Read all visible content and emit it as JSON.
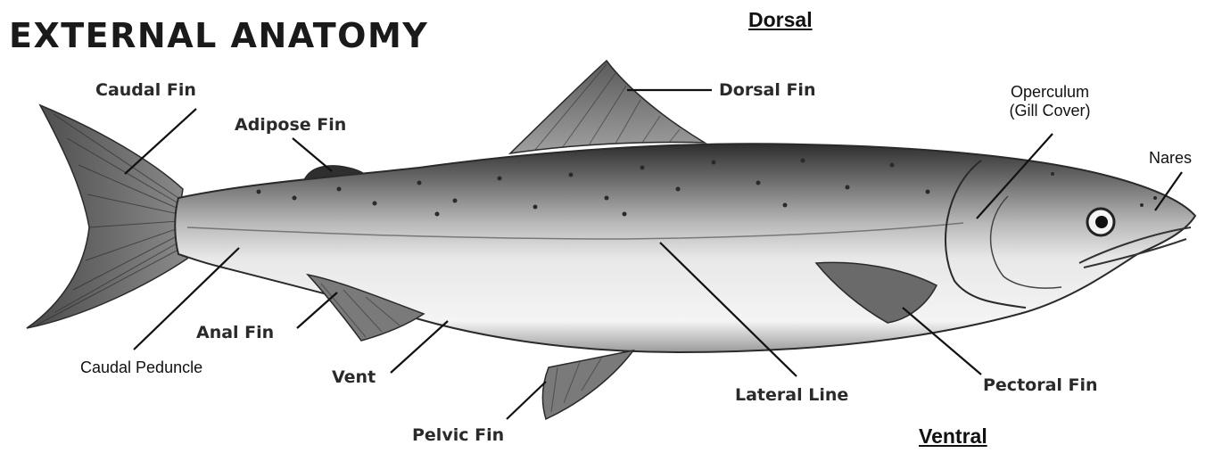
{
  "title": "EXTERNAL ANATOMY",
  "orientation": {
    "dorsal": "Dorsal",
    "ventral": "Ventral"
  },
  "labels": {
    "caudal_fin": "Caudal Fin",
    "adipose_fin": "Adipose Fin",
    "dorsal_fin": "Dorsal Fin",
    "operculum_line1": "Operculum",
    "operculum_line2": "(Gill Cover)",
    "nares": "Nares",
    "caudal_peduncle": "Caudal Peduncle",
    "anal_fin": "Anal Fin",
    "vent": "Vent",
    "pelvic_fin": "Pelvic Fin",
    "lateral_line": "Lateral Line",
    "pectoral_fin": "Pectoral Fin"
  },
  "colors": {
    "background": "#ffffff",
    "label_text": "#2a2a2a",
    "leader_line": "#111111",
    "fish_dark": "#3a3a3a",
    "fish_mid": "#9a9a9a",
    "fish_light": "#e6e6e6"
  }
}
